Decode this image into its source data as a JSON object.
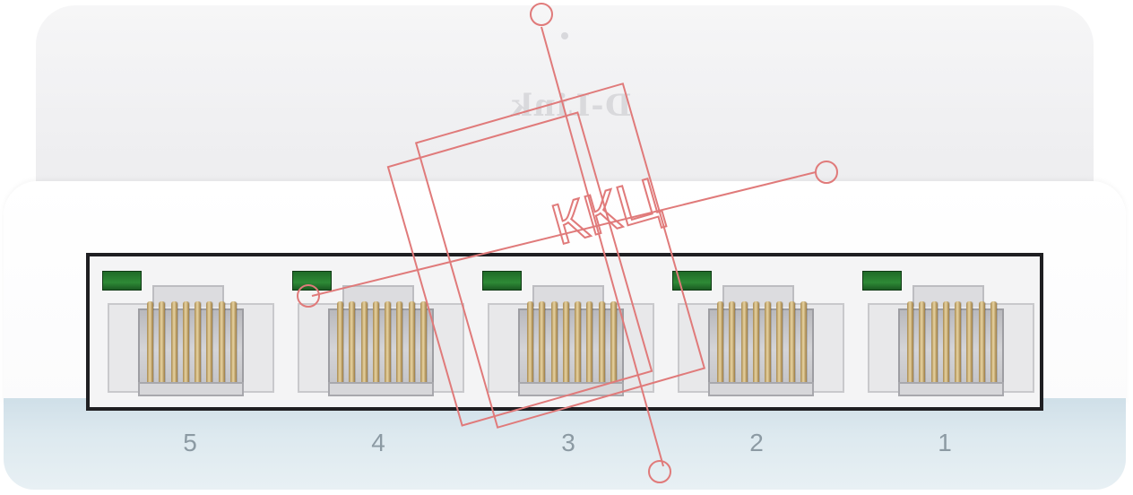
{
  "product": {
    "logo_text": "D-Link",
    "ports": [
      {
        "number": "5"
      },
      {
        "number": "4"
      },
      {
        "number": "3"
      },
      {
        "number": "2"
      },
      {
        "number": "1"
      }
    ]
  },
  "watermark": {
    "text": "ККЦ"
  },
  "colors": {
    "led_green": "#2e8a36",
    "base_blue": "#cfdfe8",
    "watermark_red": "#e07a7a"
  }
}
